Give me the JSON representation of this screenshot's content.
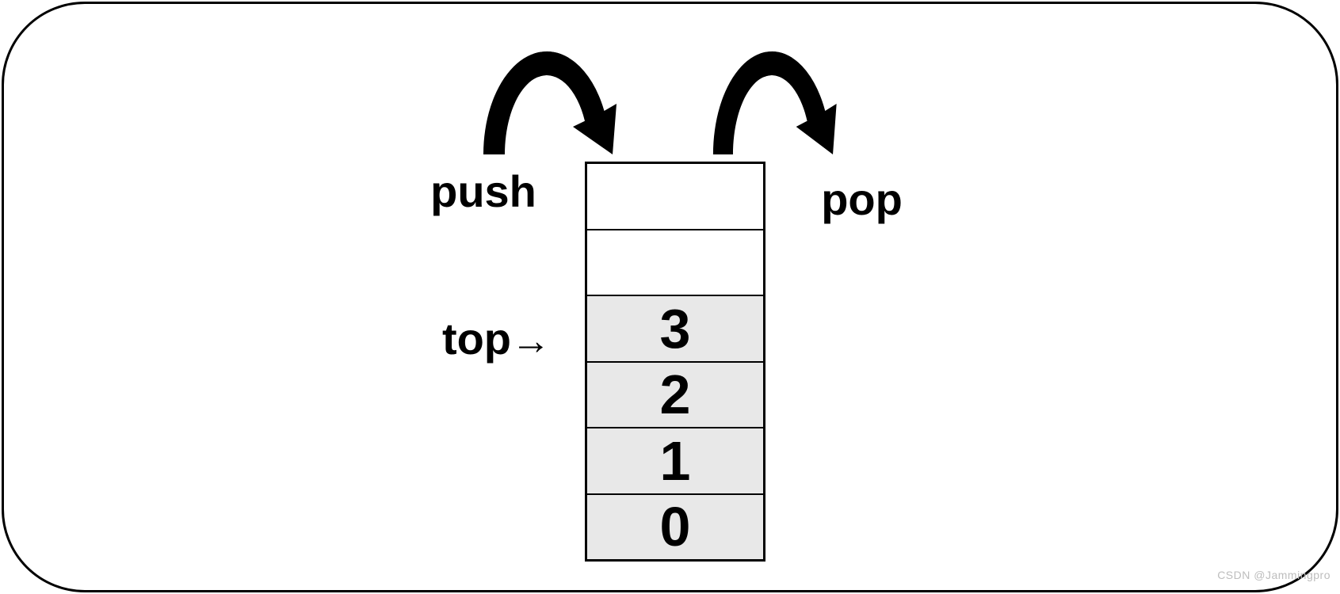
{
  "diagram_type": "stack-data-structure",
  "labels": {
    "push": "push",
    "pop": "pop",
    "top": "top",
    "top_arrow": "→"
  },
  "stack": {
    "cells": [
      {
        "value": "",
        "filled": false
      },
      {
        "value": "",
        "filled": false
      },
      {
        "value": "3",
        "filled": true
      },
      {
        "value": "2",
        "filled": true
      },
      {
        "value": "1",
        "filled": true
      },
      {
        "value": "0",
        "filled": true
      }
    ]
  },
  "watermark": "CSDN @Jammingpro",
  "colors": {
    "arrow_outline": "#1f3a60",
    "arrow_gray": "#cfcfcf",
    "cell_fill": "#e8e8e8",
    "frame_border": "#000000",
    "text": "#000000",
    "watermark_color": "#bdbdbd"
  }
}
